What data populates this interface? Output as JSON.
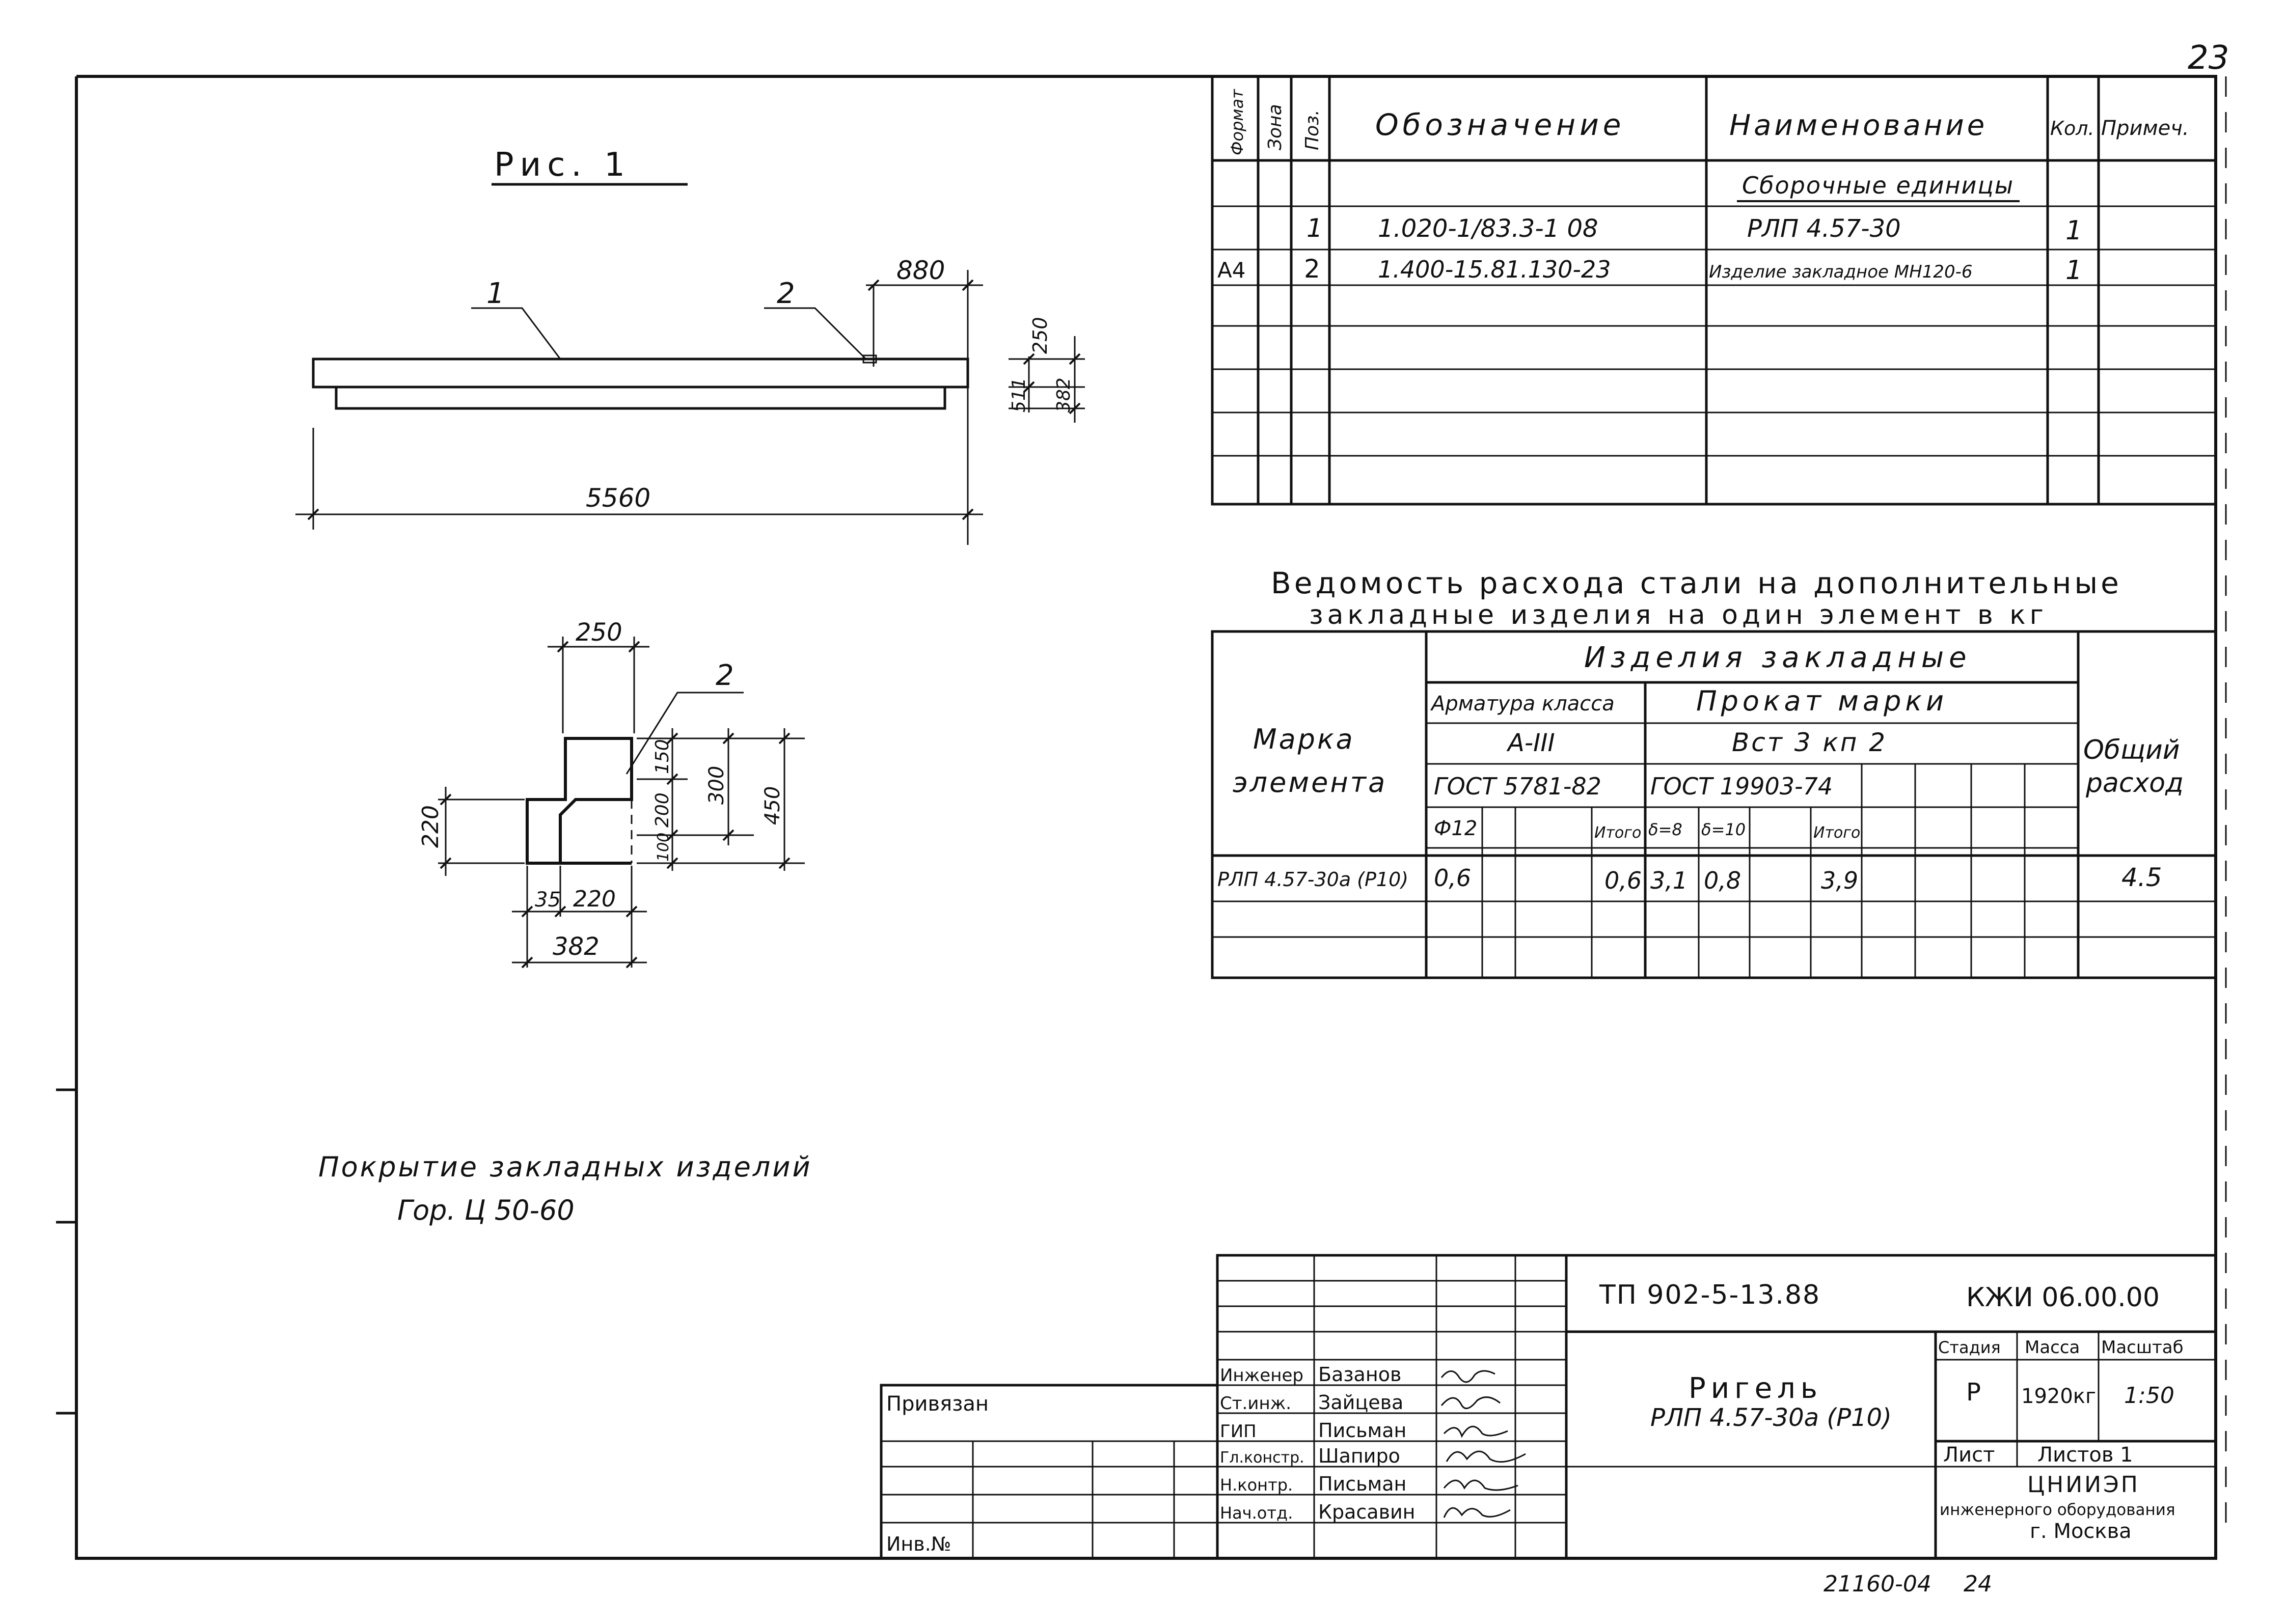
{
  "page_number": "23",
  "figure_title": "Рис. 1",
  "elevation": {
    "pos1": "1",
    "pos2": "2",
    "dim_length": "5560",
    "dim_offset": "880",
    "dim_h1": "250",
    "dim_h2": "511",
    "dim_h3": "382"
  },
  "section": {
    "pos2": "2",
    "dim_top": "250",
    "dim_150": "150",
    "dim_200": "200",
    "dim_100": "100",
    "dim_300": "300",
    "dim_450": "450",
    "dim_220_left": "220",
    "dim_35": "35",
    "dim_220_bottom": "220",
    "dim_382": "382"
  },
  "coating_note": {
    "line1": "Покрытие закладных изделий",
    "line2": "Гор. Ц 50-60"
  },
  "spec_table": {
    "headers": {
      "format": "Формат",
      "zone": "Зона",
      "pos": "Поз.",
      "designation": "Обозначение",
      "name": "Наименование",
      "qty": "Кол.",
      "note": "Примеч."
    },
    "section_label": "Сборочные единицы",
    "rows": [
      {
        "format": "",
        "pos": "1",
        "designation": "1.020-1/83.3-1 08",
        "name": "РЛП 4.57-30",
        "qty": "1"
      },
      {
        "format": "А4",
        "pos": "2",
        "designation": "1.400-15.81.130-23",
        "name": "Изделие закладное МН120-6",
        "qty": "1"
      }
    ]
  },
  "steel_table": {
    "title_line1": "Ведомость расхода стали на дополнительные",
    "title_line2": "закладные изделия на один элемент в кг",
    "col_mark_1": "Марка",
    "col_mark_2": "элемента",
    "group": "Изделия закладные",
    "armatura": "Арматура класса",
    "armatura_class": "А-III",
    "armatura_gost": "ГОСТ 5781-82",
    "prokat": "Прокат марки",
    "prokat_grade": "Вст 3 кп 2",
    "prokat_gost": "ГОСТ 19903-74",
    "sub_d12": "Ф12",
    "sub_total_a": "Итого",
    "sub_d8": "δ=8",
    "sub_d10": "δ=10",
    "sub_total_p": "Итого",
    "col_total_1": "Общий",
    "col_total_2": "расход",
    "row": {
      "mark": "РЛП 4.57-30а (Р10)",
      "d12": "0,6",
      "total_a": "0,6",
      "d8": "3,1",
      "d10": "0,8",
      "total_p": "3,9",
      "total": "4.5"
    }
  },
  "title_block": {
    "privyazan": "Привязан",
    "inv": "Инв.№",
    "project": "ТП 902-5-13.88",
    "code": "КЖИ 06.00.00",
    "name_line1": "Ригель",
    "name_line2": "РЛП 4.57-30а (Р10)",
    "stage_label": "Стадия",
    "mass_label": "Масса",
    "scale_label": "Масштаб",
    "stage": "Р",
    "mass": "1920кг",
    "scale": "1:50",
    "sheet_label": "Лист",
    "sheets_label": "Листов 1",
    "org_line1": "ЦНИИЭП",
    "org_line2": "инженерного оборудования",
    "org_line3": "г. Москва",
    "signers": [
      {
        "role": "Инженер",
        "name": "Базанов"
      },
      {
        "role": "Ст.инж.",
        "name": "Зайцева"
      },
      {
        "role": "ГИП",
        "name": "Письман"
      },
      {
        "role": "Гл.констр.",
        "name": "Шапиро"
      },
      {
        "role": "Н.контр.",
        "name": "Письман"
      },
      {
        "role": "Нач.отд.",
        "name": "Красавин"
      }
    ]
  },
  "footer": {
    "doc_number": "21160-04",
    "page": "24"
  }
}
